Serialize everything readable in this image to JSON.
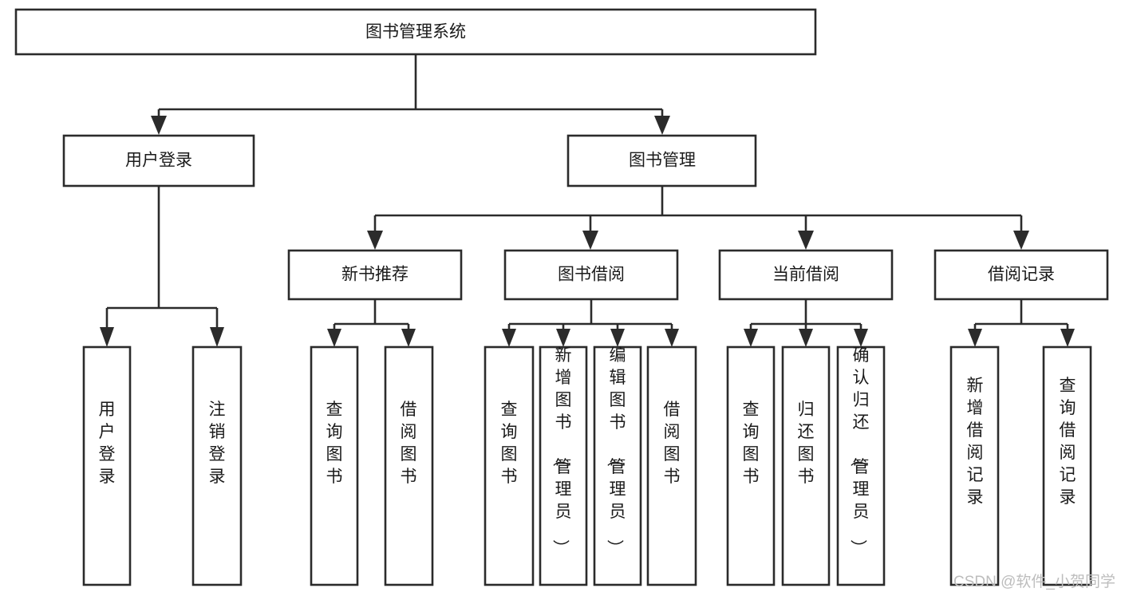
{
  "diagram": {
    "type": "tree-hierarchy",
    "orientation": "top-down",
    "root": {
      "id": "root",
      "label": "图书管理系统"
    },
    "level2": [
      {
        "id": "user-login",
        "label": "用户登录"
      },
      {
        "id": "book-management",
        "label": "图书管理"
      }
    ],
    "level3": [
      {
        "id": "new-book-recommend",
        "label": "新书推荐",
        "parent": "book-management"
      },
      {
        "id": "book-borrow",
        "label": "图书借阅",
        "parent": "book-management"
      },
      {
        "id": "current-borrow",
        "label": "当前借阅",
        "parent": "book-management"
      },
      {
        "id": "borrow-record",
        "label": "借阅记录",
        "parent": "book-management"
      }
    ],
    "leaves": {
      "user-login": [
        {
          "id": "leaf-user-login",
          "label": "用户登录"
        },
        {
          "id": "leaf-user-logout",
          "label": "注销登录"
        }
      ],
      "new-book-recommend": [
        {
          "id": "leaf-query-book-1",
          "label": "查询图书"
        },
        {
          "id": "leaf-borrow-book-1",
          "label": "借阅图书"
        }
      ],
      "book-borrow": [
        {
          "id": "leaf-query-book-2",
          "label": "查询图书"
        },
        {
          "id": "leaf-add-book",
          "label": "新增图书（管理员）"
        },
        {
          "id": "leaf-edit-book",
          "label": "编辑图书（管理员）"
        },
        {
          "id": "leaf-borrow-book-2",
          "label": "借阅图书"
        }
      ],
      "current-borrow": [
        {
          "id": "leaf-query-book-3",
          "label": "查询图书"
        },
        {
          "id": "leaf-return-book",
          "label": "归还图书"
        },
        {
          "id": "leaf-confirm-return",
          "label": "确认归还（管理员）"
        }
      ],
      "borrow-record": [
        {
          "id": "leaf-add-record",
          "label": "新增借阅记录"
        },
        {
          "id": "leaf-query-record",
          "label": "查询借阅记录"
        }
      ]
    },
    "colors": {
      "stroke": "#2b2b2b",
      "fill": "#ffffff",
      "text": "#1a1a1a",
      "watermark": "#bdbdbd",
      "background": "#ffffff"
    }
  },
  "watermark": {
    "label": "CSDN @软件_小贺同学"
  }
}
